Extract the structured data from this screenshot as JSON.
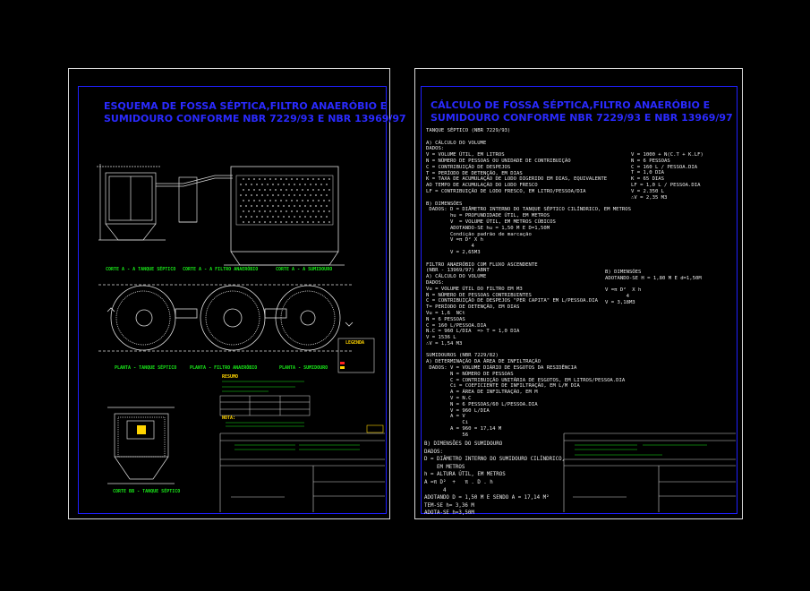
{
  "left_sheet": {
    "title_line1": "ESQUEMA DE FOSSA SÉPTICA,FILTRO ANAERÓBIO E",
    "title_line2": "SUMIDOURO CONFORME NBR 7229/93 E NBR 13969/97",
    "section_labels": [
      "CORTE A - A   TANQUE SÉPTICO",
      "CORTE A - A  FILTRO ANAERÓBIO",
      "CORTE A - A  SUMIDOURO"
    ],
    "plan_labels": [
      "PLANTA - TANQUE SÉPTICO",
      "PLANTA - FILTRO ANAERÓBIO",
      "PLANTA - SUMIDOURO"
    ],
    "bottom_label": "CORTE BB - TANQUE SÉPTICO",
    "legend_title": "LEGENDA",
    "table_title": "RESUMO",
    "notes_title": "NOTA:"
  },
  "right_sheet": {
    "title_line1": "CÁLCULO DE FOSSA SÉPTICA,FILTRO ANAERÓBIO E",
    "title_line2": "SUMIDOURO CONFORME NBR 7229/93 E NBR 13969/97",
    "lines_main": [
      "TANQUE SÉPTICO (NBR 7229/93)",
      "",
      "A) CÁLCULO DO VOLUME",
      "DADOS:",
      "V = VOLUME ÚTIL, EM LITROS",
      "N = NÚMERO DE PESSOAS OU UNIDADE DE CONTRIBUIÇÃO",
      "C = CONTRIBUIÇÃO DE DESPEJOS",
      "T = PERÍODO DE DETENÇÃO, EM DIAS",
      "K = TAXA DE ACUMULAÇÃO DE LODO DIGERIDO EM DIAS, EQUIVALENTE",
      "AO TEMPO DE ACUMULAÇÃO DO LODO FRESCO",
      "LF = CONTRIBUIÇÃO DE LODO FRESCO, EM LITRO/PESSOA/DIA",
      "",
      "B) DIMENSÕES",
      " DADOS: D = DIÂMETRO INTERNO DO TANQUE SÉPTICO CILÍNDRICO, EM METROS",
      "        hu = PROFUNDIDADE ÚTIL, EM METROS",
      "        V  = VOLUME ÚTIL, EM METROS CÚBICOS",
      "        ADOTANDO-SE hu = 1,50 M E D=1,50M",
      "        Condição padrão de marcação",
      "        V =π D² X h",
      "               4",
      "        V = 2,65M3",
      "",
      "FILTRO ANAERÓBIO COM FLUXO ASCENDENTE",
      "(NBR - 13969/97) ABNT",
      "A) CÁLCULO DO VOLUME",
      "DADOS:",
      "Vu = VOLUME ÚTIL DO FILTRO EM M3",
      "N = NÚMERO DE PESSOAS CONTRIBUINTES",
      "C = CONTRIBUIÇÃO DE DESPEJOS \"PER CAPITA\" EM L/PESSOA.DIA",
      "T= PERÍODO DE DETENÇÃO, EM DIAS",
      "Vu = 1,6  NCt",
      "N = 6 PESSOAS",
      "C = 160 L/PESSOA.DIA",
      "N.C = 960 L/DIA  => T = 1,0 DIA",
      "V = 1536 L",
      "∴V = 1,54 M3",
      "",
      "SUMIDOUROS (NBR 7229/82)",
      "A) DETERMINAÇÃO DA ÁREA DE INFILTRAÇÃO",
      " DADOS: V = VOLUME DIÁRIO DE ESGOTOS DA RESIDÊNCIA",
      "        N = NÚMERO DE PESSOAS",
      "        C = CONTRIBUIÇÃO UNITÁRIA DE ESGOTOS, EM LITROS/PESSOA.DIA",
      "        Ci = COEFICIENTE DE INFILTRAÇÃO, EM L/M DIA",
      "        A = ÁREA DE INFILTRAÇÃO, EM M",
      "        V = N.C",
      "        N = 6 PESSOAS/60 L/PESSOA.DIA",
      "        V = 960 L/DIA",
      "        A = V",
      "            Ci",
      "        A = 960 = 17,14 M",
      "            56"
    ],
    "lines_right": [
      "V = 1000 + N(C.T + K.LF)",
      "N = 6 PESSOAS",
      "C = 160 L / PESSOA.DIA",
      "T = 1,0 DIA",
      "K = 65 DIAS",
      "LF = 1,0 L / PESSOA.DIA",
      "V = 2.350 L",
      "∴V = 2,35 M3"
    ],
    "lines_right2": [
      "B) DIMENSÕES",
      "ADOTANDO-SE H = 1,80 M E d=1,50M",
      "",
      "V =π D²  X h",
      "       4",
      "V = 3,18M3"
    ],
    "lines_bottom": [
      "B) DIMENSÕES DO SUMIDOURO",
      "DADOS:",
      "D = DIÂMETRO INTERNO DO SUMIDOURO CILÍNDRICO,",
      "    EM METROS",
      "h = ALTURA ÚTIL, EM METROS",
      "A =π D²  +   π . D . h",
      "      4",
      "ADOTANDO D = 1,50 M E SENDO A = 17,14 M²",
      "TEM-SE h= 3,36 M",
      "ADOTA-SE h=3,50M"
    ]
  }
}
